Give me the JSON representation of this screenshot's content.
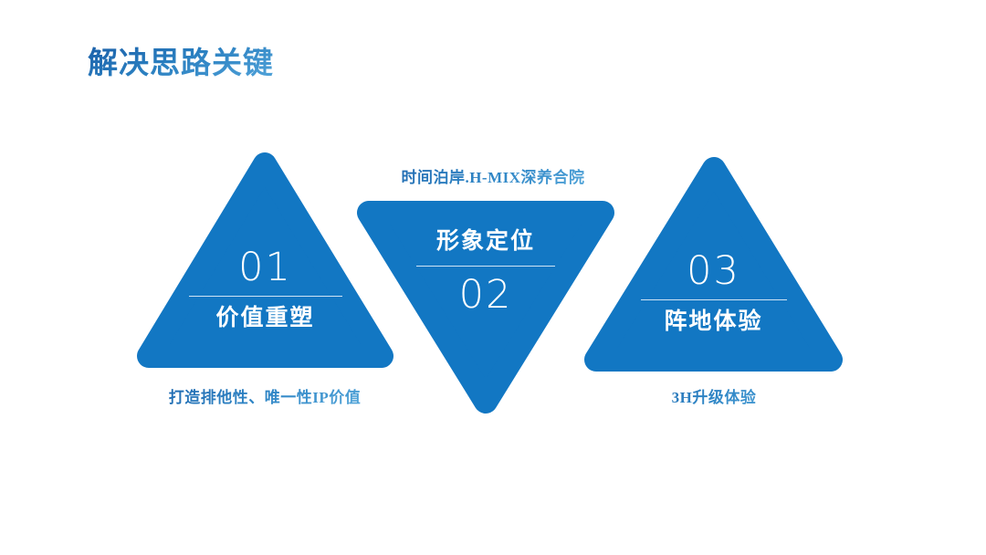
{
  "slide": {
    "title": "解决思路关键",
    "background_color": "#ffffff",
    "accent_color": "#1277c3",
    "title_color": "#2a7fc0"
  },
  "captions": {
    "top": "时间泊岸.H-MIX深养合院",
    "left": "打造排他性、唯一性IP价值",
    "right": "3H升级体验"
  },
  "steps": [
    {
      "number": "01",
      "label": "价值重塑",
      "direction": "up",
      "order": "number-then-label"
    },
    {
      "number": "02",
      "label": "形象定位",
      "direction": "down",
      "order": "label-then-number"
    },
    {
      "number": "03",
      "label": "阵地体验",
      "direction": "up",
      "order": "number-then-label"
    }
  ]
}
